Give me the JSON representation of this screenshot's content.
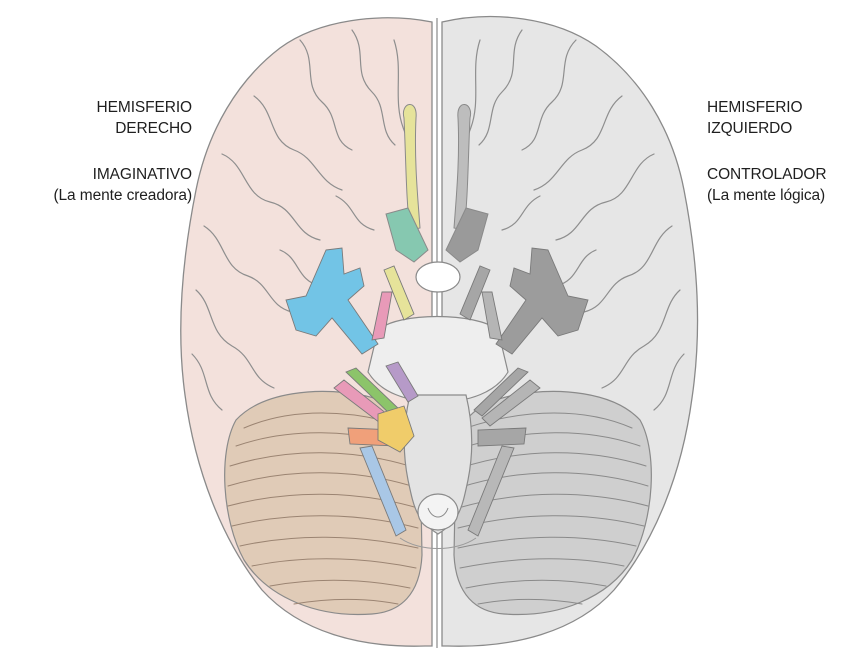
{
  "left_panel": {
    "line1": "HEMISFERIO",
    "line2": "DERECHO",
    "line3": "IMAGINATIVO",
    "line4": "(La mente creadora)"
  },
  "right_panel": {
    "line1": "HEMISFERIO",
    "line2": "IZQUIERDO",
    "line3": "CONTROLADOR",
    "line4": "(La mente lógica)"
  },
  "colors": {
    "right_hemisphere_tint": "#f3e1dc",
    "left_hemisphere_tint": "#e6e6e6",
    "outline": "#8a8a8a",
    "cerebellum_right": "#e0cbb7",
    "cerebellum_left": "#cfcfcf",
    "nerve_yellow": "#e6e39a",
    "nerve_teal": "#86c8b0",
    "nerve_blue": "#72c4e6",
    "nerve_pink": "#e89ab8",
    "nerve_green": "#8cc46a",
    "nerve_purple": "#b69ac8",
    "nerve_orange": "#f0a07a",
    "nerve_gold": "#f0cc6a",
    "nerve_lightblue": "#a9c7e6"
  }
}
